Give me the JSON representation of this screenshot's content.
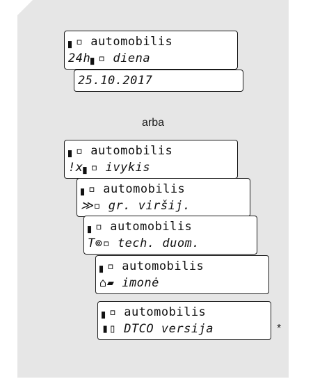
{
  "screen1": {
    "line1": "▖▫ automobilis",
    "line2": "24h▖▫ diena",
    "date": "25.10.2017"
  },
  "separator": "arba",
  "menu": [
    {
      "line1": "▖▫ automobilis",
      "line2": "!x▖▫ ivykis"
    },
    {
      "line1": "▖▫ automobilis",
      "line2": "≫▫ gr. viršij."
    },
    {
      "line1": "▖▫ automobilis",
      "line2": "T⊚▫ tech. duom."
    },
    {
      "line1": "▖▫ automobilis",
      "line2": "⌂▰ imonė"
    },
    {
      "line1": "▖▫ automobilis",
      "line2": "▮▯ DTCO versija"
    }
  ],
  "footnote_marker": "*",
  "colors": {
    "panel": "#e6e6e6",
    "frame": "#1a1a1a",
    "display": "#ffffff"
  }
}
